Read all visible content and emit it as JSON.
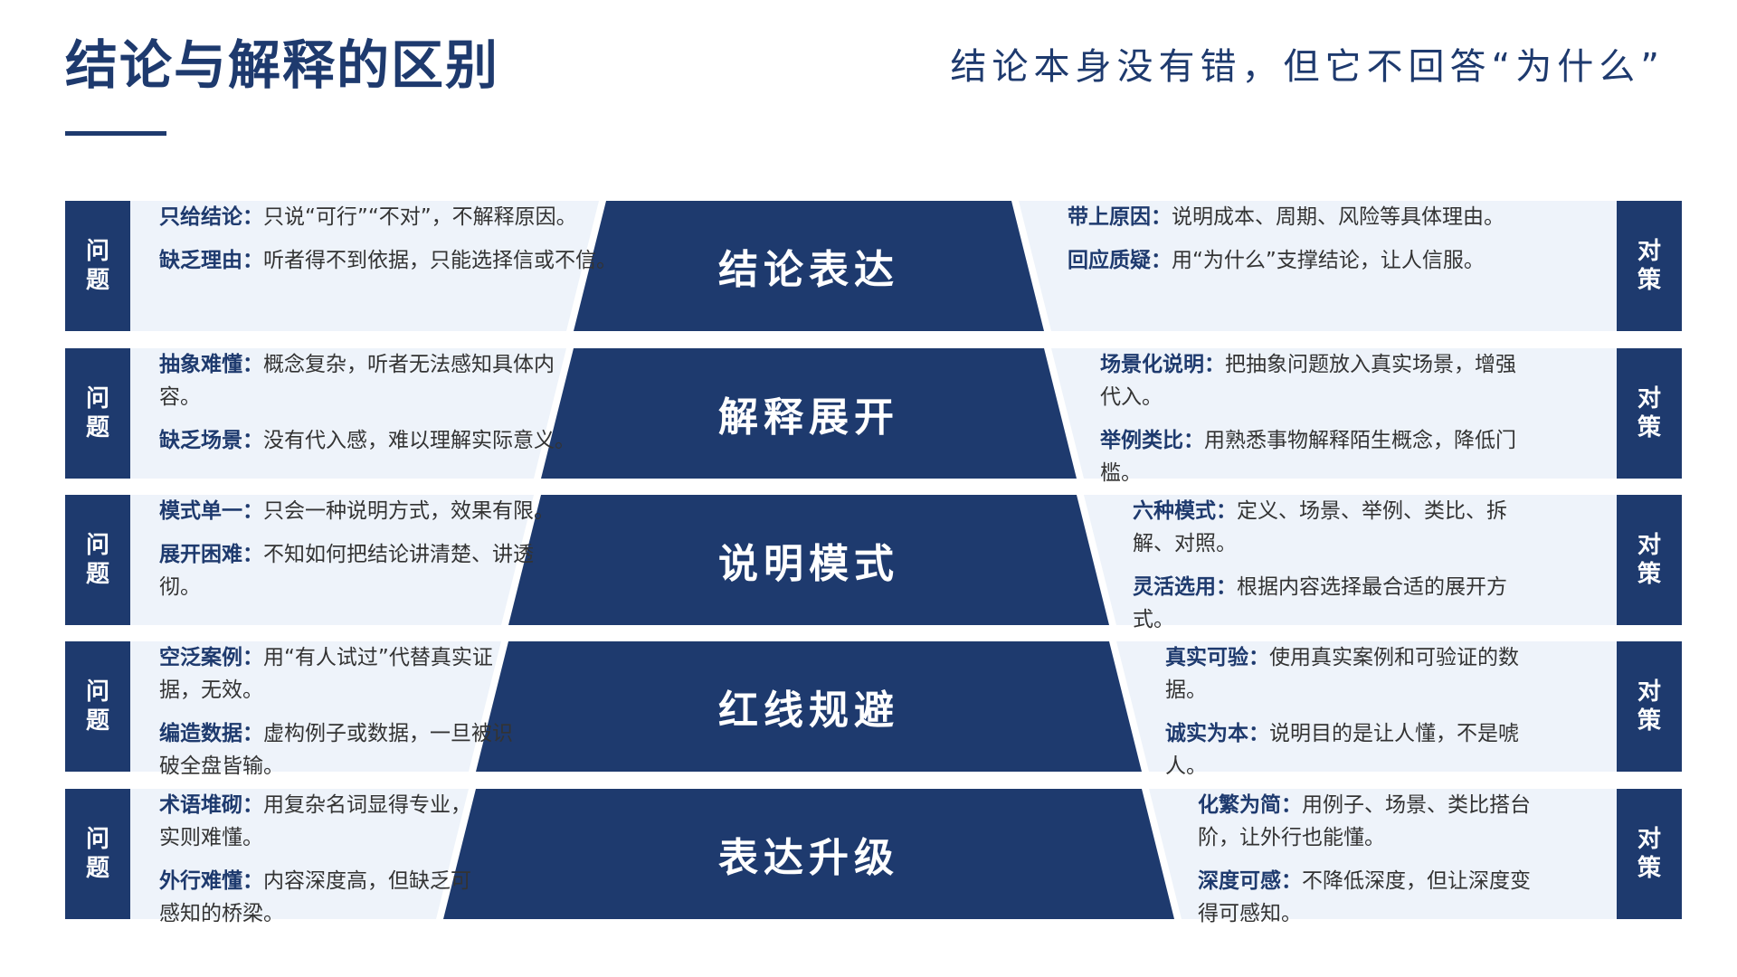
{
  "header": {
    "title": "结论与解释的区别",
    "subtitle": "结论本身没有错，但它不回答“为什么”"
  },
  "labels": {
    "problem": [
      "问",
      "题"
    ],
    "solution": [
      "对",
      "策"
    ]
  },
  "rows": [
    {
      "center": "结论表达",
      "problems": [
        {
          "key": "只给结论：",
          "text": "只说“可行”“不对”，不解释原因。"
        },
        {
          "key": "缺乏理由：",
          "text": "听者得不到依据，只能选择信或不信。"
        }
      ],
      "solutions": [
        {
          "key": "带上原因：",
          "text": "说明成本、周期、风险等具体理由。"
        },
        {
          "key": "回应质疑：",
          "text": "用“为什么”支撑结论，让人信服。"
        }
      ]
    },
    {
      "center": "解释展开",
      "problems": [
        {
          "key": "抽象难懂：",
          "text": "概念复杂，听者无法感知具体内容。"
        },
        {
          "key": "缺乏场景：",
          "text": "没有代入感，难以理解实际意义。"
        }
      ],
      "solutions": [
        {
          "key": "场景化说明：",
          "text": "把抽象问题放入真实场景，增强代入。"
        },
        {
          "key": "举例类比：",
          "text": "用熟悉事物解释陌生概念，降低门槛。"
        }
      ]
    },
    {
      "center": "说明模式",
      "problems": [
        {
          "key": "模式单一：",
          "text": "只会一种说明方式，效果有限。"
        },
        {
          "key": "展开困难：",
          "text": "不知如何把结论讲清楚、讲透彻。"
        }
      ],
      "solutions": [
        {
          "key": "六种模式：",
          "text": "定义、场景、举例、类比、拆解、对照。"
        },
        {
          "key": "灵活选用：",
          "text": "根据内容选择最合适的展开方式。"
        }
      ]
    },
    {
      "center": "红线规避",
      "problems": [
        {
          "key": "空泛案例：",
          "text": "用“有人试过”代替真实证据，无效。"
        },
        {
          "key": "编造数据：",
          "text": "虚构例子或数据，一旦被识破全盘皆输。"
        }
      ],
      "solutions": [
        {
          "key": "真实可验：",
          "text": "使用真实案例和可验证的数据。"
        },
        {
          "key": "诚实为本：",
          "text": "说明目的是让人懂，不是唬人。"
        }
      ]
    },
    {
      "center": "表达升级",
      "problems": [
        {
          "key": "术语堆砌：",
          "text": "用复杂名词显得专业，实则难懂。"
        },
        {
          "key": "外行难懂：",
          "text": "内容深度高，但缺乏可感知的桥梁。"
        }
      ],
      "solutions": [
        {
          "key": "化繁为简：",
          "text": "用例子、场景、类比搭台阶，让外行也能懂。"
        },
        {
          "key": "深度可感：",
          "text": "不降低深度，但让深度变得可感知。"
        }
      ]
    }
  ]
}
